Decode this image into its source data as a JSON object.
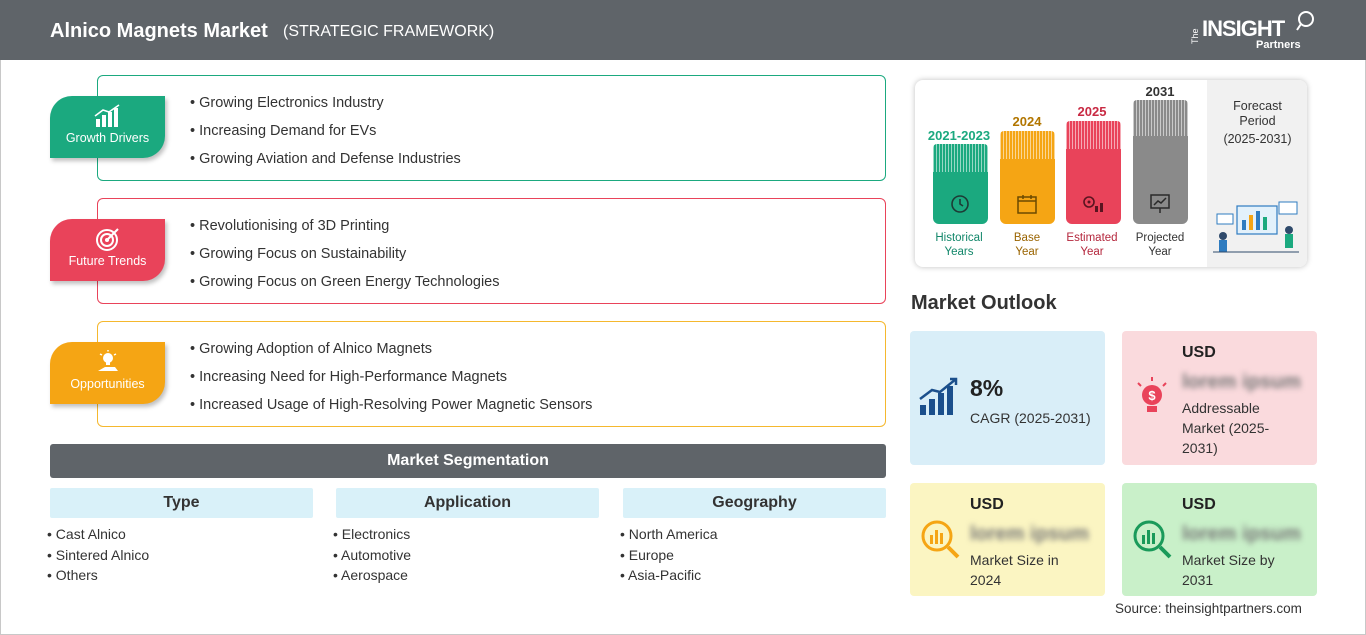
{
  "header": {
    "title": "Alnico Magnets Market",
    "subtitle": "(STRATEGIC FRAMEWORK)",
    "logo_the": "The",
    "logo_insight": "INSIGHT",
    "logo_partners": "Partners"
  },
  "panels": [
    {
      "label": "Growth Drivers",
      "color": "#1ba97f",
      "icon": "bar-chart-growth-icon",
      "items": [
        "Growing Electronics Industry",
        "Increasing Demand for EVs",
        "Growing Aviation and Defense Industries"
      ]
    },
    {
      "label": "Future Trends",
      "color": "#e9435a",
      "icon": "target-icon",
      "items": [
        "Revolutionising of 3D Printing",
        "Growing Focus on Sustainability",
        "Growing Focus on Green Energy Technologies"
      ]
    },
    {
      "label": "Opportunities",
      "color": "#f5a514",
      "icon": "lightbulb-hand-icon",
      "items": [
        "Growing Adoption of Alnico Magnets",
        "Increasing Need for High-Performance Magnets",
        "Increased Usage of High-Resolving Power Magnetic Sensors"
      ]
    }
  ],
  "segmentation": {
    "title": "Market Segmentation",
    "columns": [
      {
        "head": "Type",
        "items": [
          "Cast Alnico",
          "Sintered Alnico",
          "Others"
        ]
      },
      {
        "head": "Application",
        "items": [
          "Electronics",
          "Automotive",
          "Aerospace"
        ]
      },
      {
        "head": "Geography",
        "items": [
          "North America",
          "Europe",
          "Asia-Pacific"
        ]
      }
    ]
  },
  "timeline": {
    "bars": [
      {
        "year": "2021-2023",
        "label_line1": "Historical",
        "label_line2": "Years",
        "color": "#1ba97f",
        "icon": "history-clock-icon"
      },
      {
        "year": "2024",
        "label_line1": "Base",
        "label_line2": "Year",
        "color": "#f5a514",
        "icon": "calendar-icon"
      },
      {
        "year": "2025",
        "label_line1": "Estimated",
        "label_line2": "Year",
        "color": "#e9435a",
        "icon": "gears-chart-icon"
      },
      {
        "year": "2031",
        "label_line1": "Projected",
        "label_line2": "Year",
        "color": "#8a8a8a",
        "icon": "presentation-chart-icon"
      }
    ],
    "forecast_title": "Forecast Period",
    "forecast_period": "(2025-2031)"
  },
  "outlook": {
    "title": "Market Outlook",
    "cagr": {
      "value": "8%",
      "label": "CAGR (2025-2031)",
      "bg": "#d9eef8"
    },
    "addressable": {
      "currency": "USD",
      "value": "lorem ipsum",
      "label_line1": "Addressable",
      "label_line2": "Market (2025-",
      "label_line3": "2031)",
      "bg": "#fadadd"
    },
    "size_2024": {
      "currency": "USD",
      "value": "lorem ipsum",
      "label_line1": "Market Size in",
      "label_line2": "2024",
      "bg": "#fbf5c2"
    },
    "size_2031": {
      "currency": "USD",
      "value": "lorem ipsum",
      "label_line1": "Market Size by",
      "label_line2": "2031",
      "bg": "#c9f0c9"
    }
  },
  "source": "Source: theinsightpartners.com"
}
